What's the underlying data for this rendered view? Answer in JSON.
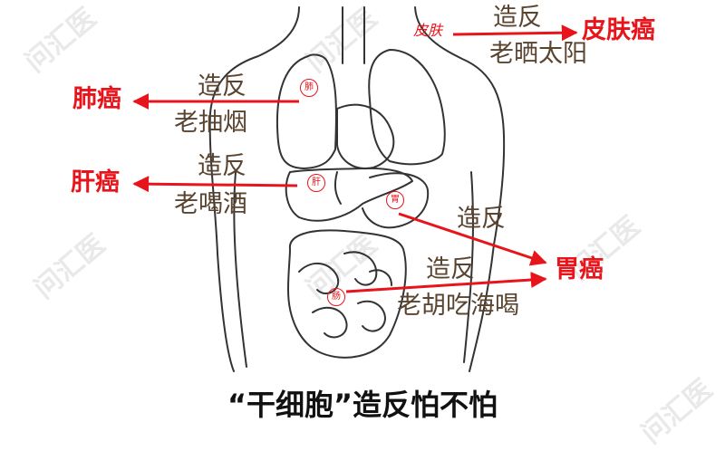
{
  "colors": {
    "arrow": "#e8141b",
    "label": "#5a4430",
    "line": "#333333",
    "caption": "#111111"
  },
  "watermark": {
    "text": "问汇医"
  },
  "skin": {
    "organ": "皮肤",
    "cause_line1": "造反",
    "cause_line2": "老晒太阳",
    "result": "皮肤癌"
  },
  "lung": {
    "mark": "肺",
    "cause_line1": "造反",
    "cause_line2": "老抽烟",
    "result": "肺癌"
  },
  "liver": {
    "mark": "肝",
    "cause_line1": "造反",
    "cause_line2": "老喝酒",
    "result": "肝癌"
  },
  "stomach": {
    "mark": "胃",
    "cause_line1": "造反",
    "result": "胃癌"
  },
  "intestine": {
    "mark": "肠",
    "cause_line1": "造反",
    "cause_line2": "老胡吃海喝"
  },
  "caption": "“干细胞”造反怕不怕"
}
